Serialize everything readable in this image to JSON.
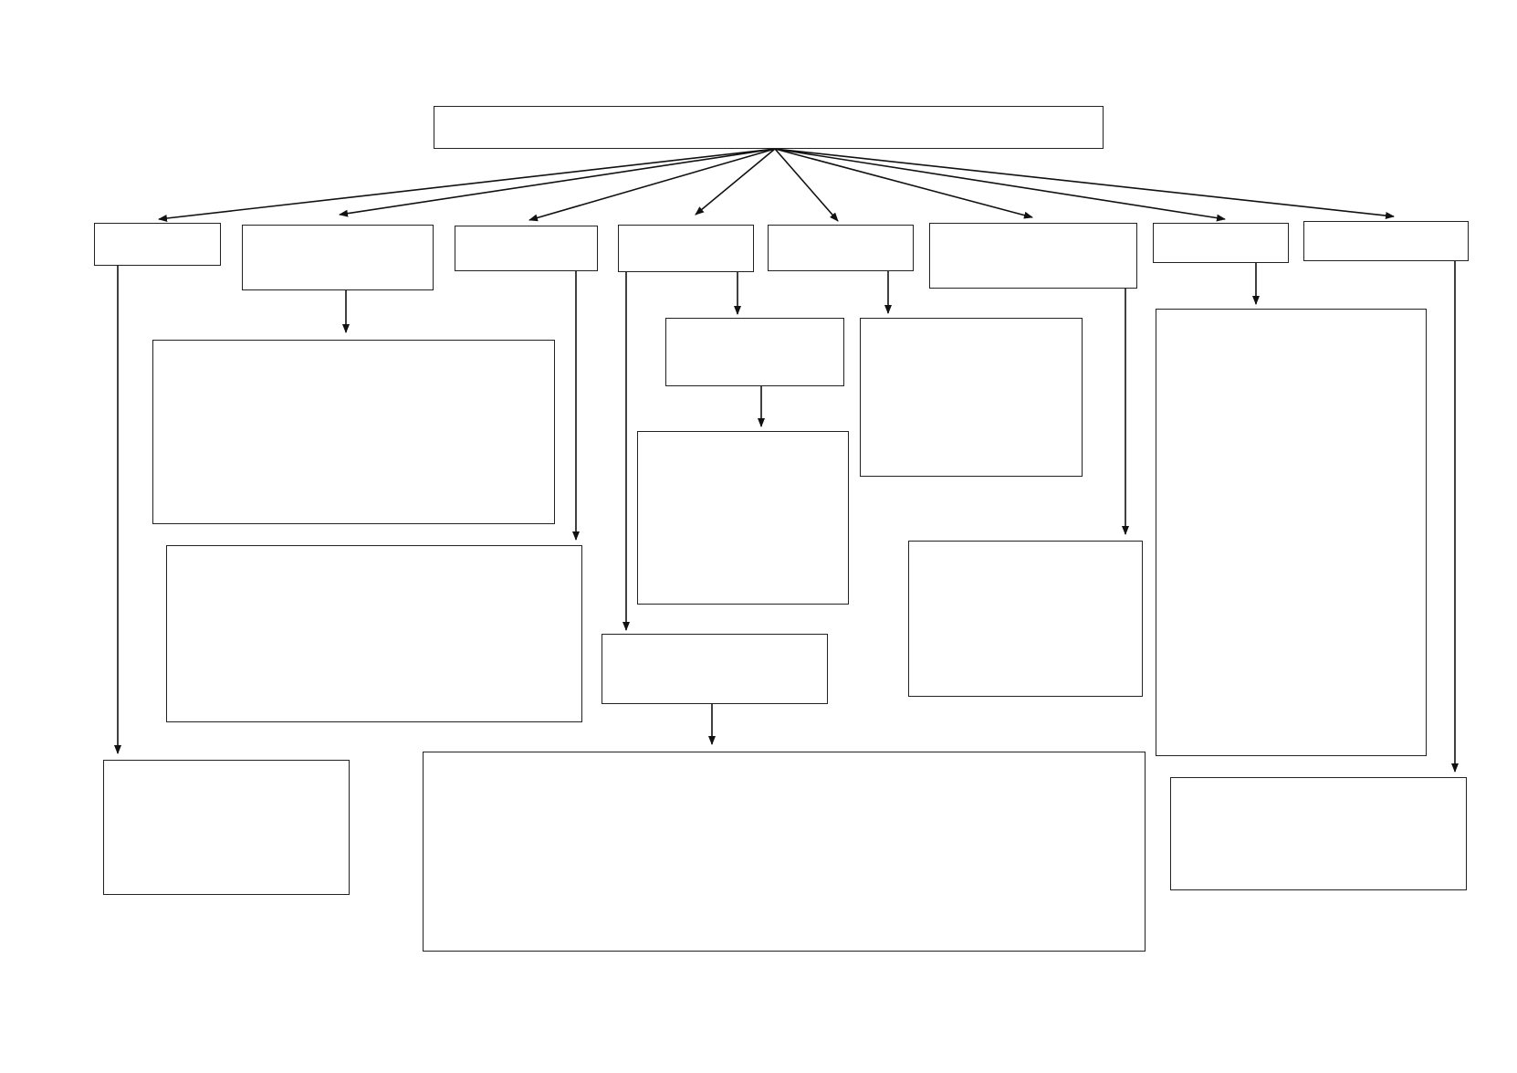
{
  "diagram": {
    "type": "flowchart",
    "colors": {
      "border": "#222222",
      "arrow": "#111111",
      "background": "#ffffff"
    },
    "nodes": [
      {
        "id": "root",
        "label": ""
      },
      {
        "id": "c1",
        "label": ""
      },
      {
        "id": "c2",
        "label": ""
      },
      {
        "id": "c3",
        "label": ""
      },
      {
        "id": "c4",
        "label": ""
      },
      {
        "id": "c5",
        "label": ""
      },
      {
        "id": "c6",
        "label": ""
      },
      {
        "id": "c7",
        "label": ""
      },
      {
        "id": "c8",
        "label": ""
      },
      {
        "id": "c2-a",
        "label": ""
      },
      {
        "id": "c3-a",
        "label": ""
      },
      {
        "id": "c4-a",
        "label": ""
      },
      {
        "id": "c4-b",
        "label": ""
      },
      {
        "id": "c4-c",
        "label": ""
      },
      {
        "id": "c5-a",
        "label": ""
      },
      {
        "id": "c6-a",
        "label": ""
      },
      {
        "id": "c7-a",
        "label": ""
      },
      {
        "id": "c1-a",
        "label": ""
      },
      {
        "id": "bottom",
        "label": ""
      },
      {
        "id": "c8-a",
        "label": ""
      }
    ],
    "edges": [
      {
        "from": "root",
        "to": "c1"
      },
      {
        "from": "root",
        "to": "c2"
      },
      {
        "from": "root",
        "to": "c3"
      },
      {
        "from": "root",
        "to": "c4"
      },
      {
        "from": "root",
        "to": "c5"
      },
      {
        "from": "root",
        "to": "c6"
      },
      {
        "from": "root",
        "to": "c7"
      },
      {
        "from": "root",
        "to": "c8"
      },
      {
        "from": "c1",
        "to": "c1-a"
      },
      {
        "from": "c2",
        "to": "c2-a"
      },
      {
        "from": "c3",
        "to": "c3-a"
      },
      {
        "from": "c4",
        "to": "c4-a"
      },
      {
        "from": "c4-a",
        "to": "c4-b"
      },
      {
        "from": "c4",
        "to": "c4-c"
      },
      {
        "from": "c4-c",
        "to": "bottom"
      },
      {
        "from": "c5",
        "to": "c5-a"
      },
      {
        "from": "c6",
        "to": "c6-a"
      },
      {
        "from": "c7",
        "to": "c7-a"
      },
      {
        "from": "c8",
        "to": "c8-a"
      }
    ]
  }
}
